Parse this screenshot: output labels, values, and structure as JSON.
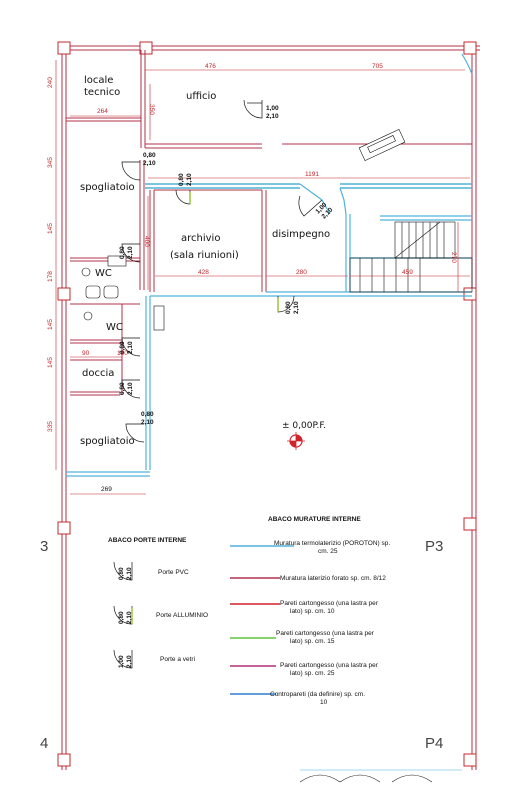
{
  "rooms": {
    "locale_tecnico_1": "locale",
    "locale_tecnico_2": "tecnico",
    "ufficio": "ufficio",
    "spogliatoio_top": "spogliatoio",
    "archivio_1": "archivio",
    "archivio_2": "(sala riunioni)",
    "disimpegno": "disimpegno",
    "wc_1": "WC",
    "wc_2": "WC",
    "doccia": "doccia",
    "spogliatoio_bottom": "spogliatoio"
  },
  "dimensions": {
    "top_476": "476",
    "top_705": "705",
    "d_264": "264",
    "d_350": "350",
    "d_1191": "1191",
    "d_400": "400",
    "d_428": "428",
    "d_280": "280",
    "d_459": "459",
    "d_270": "270",
    "d_90": "90",
    "d_150": "150",
    "d_269": "269",
    "left_240": "240",
    "left_345": "345",
    "left_145a": "145",
    "left_178": "178",
    "left_145b": "145",
    "left_145c": "145",
    "left_335": "335"
  },
  "doors": {
    "ufficio": [
      "1,00",
      "2,10"
    ],
    "spogliatoio_top": [
      "0,80",
      "2,10"
    ],
    "archivio_top": [
      "0,80",
      "2,10"
    ],
    "disimpegno": [
      "1,00",
      "2,10"
    ],
    "wc_top": [
      "0,80",
      "2,10"
    ],
    "corridor": [
      "0,80",
      "2,10"
    ],
    "wc_bottom": [
      "0,80",
      "2,10"
    ],
    "doccia": [
      "0,80",
      "2,10"
    ],
    "spogliatoio_bottom": [
      "0,80",
      "2,10"
    ]
  },
  "level_marker": "± 0,00P.F.",
  "grid_labels": {
    "p3": "P3",
    "p4": "P4",
    "left_edge_3": "3",
    "left_edge_4": "4"
  },
  "abaco_porte": {
    "title": "ABACO PORTE INTERNE",
    "items": [
      {
        "label": "Porte PVC",
        "sizes": [
          "0,80",
          "2,10"
        ],
        "color": "#111111"
      },
      {
        "label": "Porte ALLUMINIO",
        "sizes": [
          "0,80",
          "2,10"
        ],
        "color": "#9bc43c"
      },
      {
        "label": "Porte a vetri",
        "sizes": [
          "1,00",
          "2,10"
        ],
        "color": "#111111"
      }
    ]
  },
  "abaco_murature": {
    "title": "ABACO MURATURE INTERNE",
    "items": [
      {
        "lines": [
          "Muratura termolaterizio (POROTON) sp.",
          "cm. 25"
        ],
        "color": "#4fb3d9"
      },
      {
        "lines": [
          "Muratura laterizio forato sp. cm. 8/12"
        ],
        "color": "#b0304a"
      },
      {
        "lines": [
          "Pareti cartongesso (una lastra per",
          "lato) sp. cm. 10"
        ],
        "color": "#d1232a"
      },
      {
        "lines": [
          "Pareti cartongesso (una lastra per",
          "lato) sp. cm. 15"
        ],
        "color": "#5fc53a"
      },
      {
        "lines": [
          "Pareti cartongesso (una lastra per",
          "lato) sp. cm. 25"
        ],
        "color": "#b0307a"
      },
      {
        "lines": [
          "Contropareti (da definire) sp. cm.",
          "10"
        ],
        "color": "#2f7fd0"
      }
    ]
  },
  "colors": {
    "red_dim": "#c0282d",
    "poroton": "#4fb3d9",
    "laterizio": "#b0304a",
    "cartongesso10": "#d1232a",
    "cartongesso15": "#5fc53a",
    "cartongesso25": "#b0307a",
    "controparete": "#2f7fd0",
    "pillar": "#c0282d",
    "marker": "#d1232a"
  }
}
